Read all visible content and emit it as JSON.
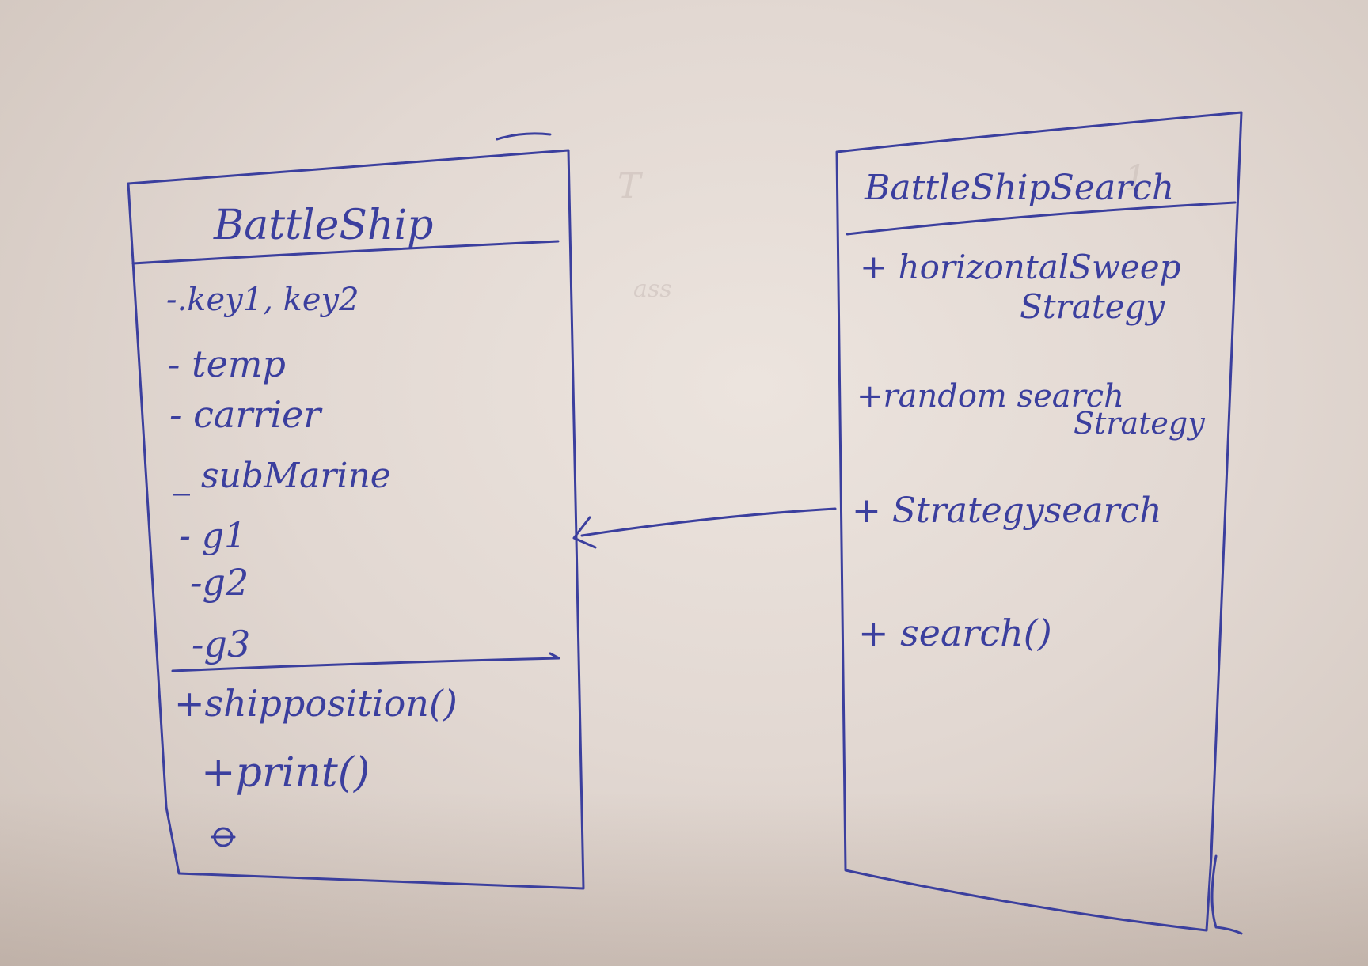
{
  "battleship_class": {
    "title": "BattleShip",
    "attributes": [
      "-.key1, key2",
      "- temp",
      "- carrier",
      "_ subMarine",
      "- g1",
      "-g2",
      "-g3"
    ],
    "methods": [
      "+shipposition()",
      "+print()"
    ]
  },
  "battleship_search_class": {
    "title": "BattleShipSearch",
    "members": [
      {
        "line1": "+ horizontalSweep",
        "line2": "Strategy"
      },
      {
        "line1": "+random search",
        "line2": "Strategy"
      },
      {
        "line1": "+ Strategysearch",
        "line2": ""
      },
      {
        "line1": "+ search()",
        "line2": ""
      }
    ]
  },
  "ink_color": "#3b3f9e",
  "paper_color": "#e6ddd7"
}
